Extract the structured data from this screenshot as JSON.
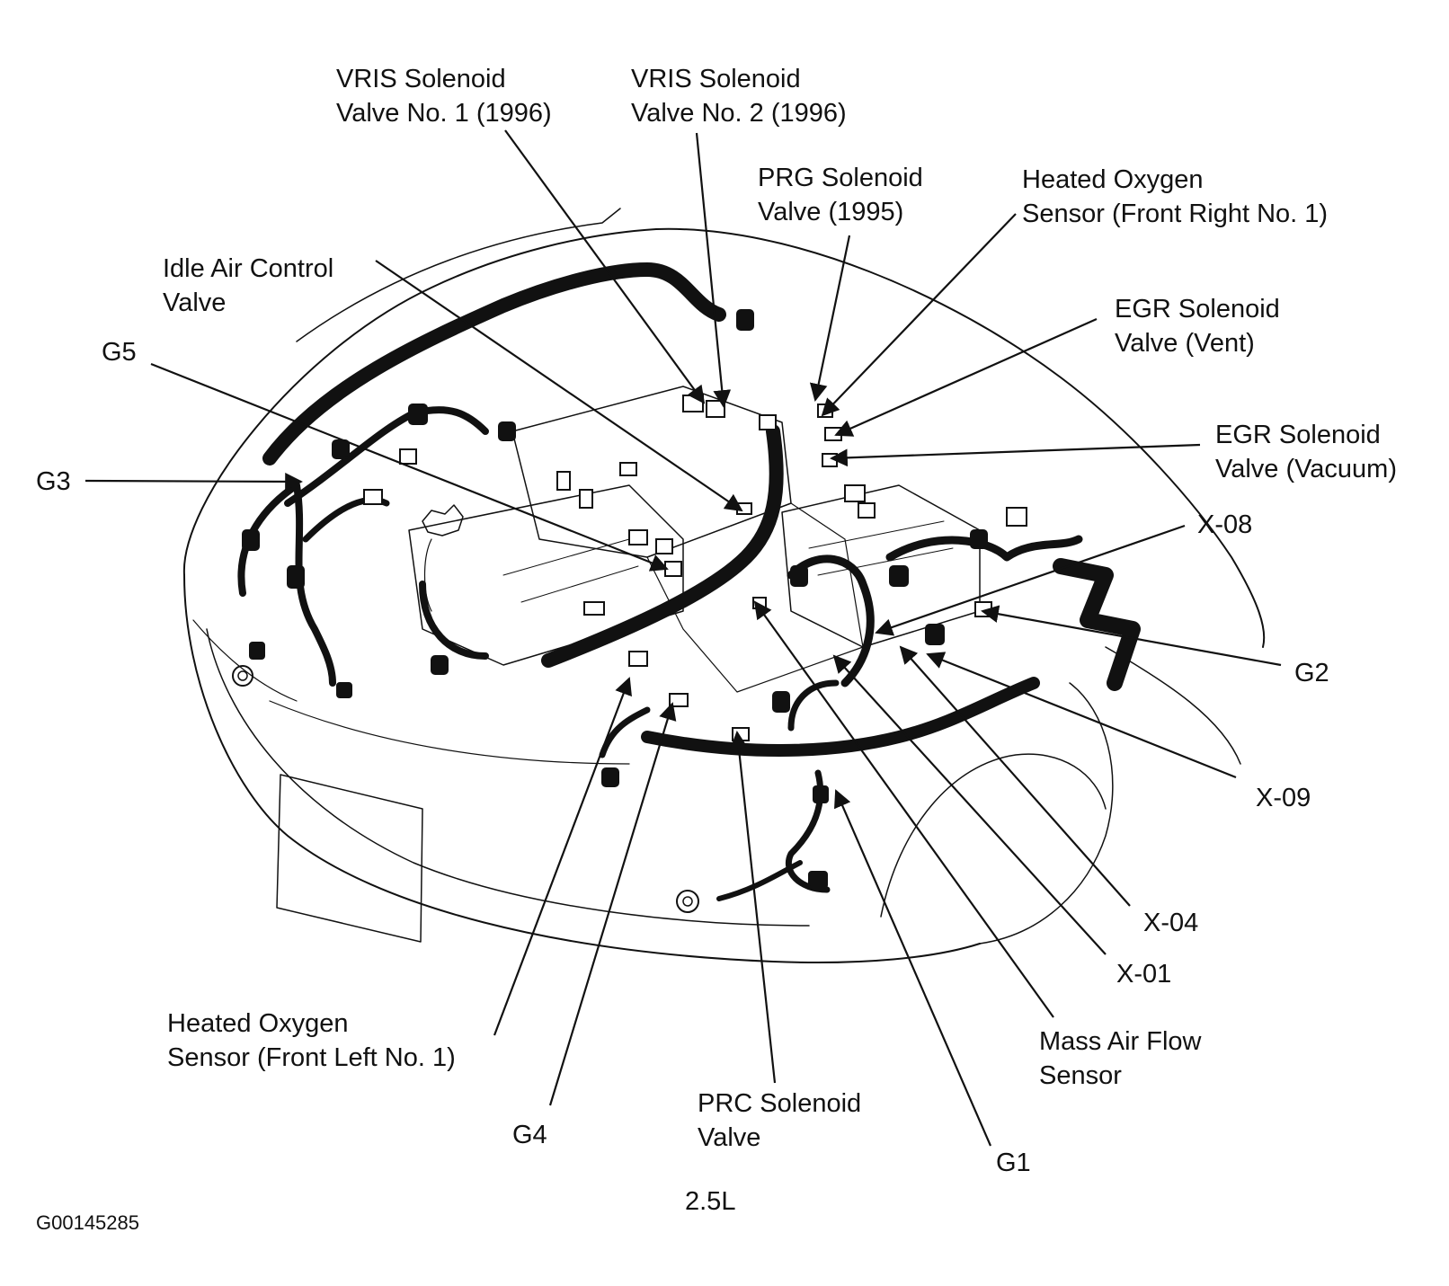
{
  "figure": {
    "id": "G00145285",
    "caption": "2.5L"
  },
  "colors": {
    "line": "#111111",
    "background": "#ffffff"
  },
  "labels": {
    "vris_1": [
      "VRIS Solenoid",
      "Valve No. 1 (1996)"
    ],
    "vris_2": [
      "VRIS Solenoid",
      "Valve No. 2 (1996)"
    ],
    "prg": [
      "PRG Solenoid",
      "Valve (1995)"
    ],
    "ho2s_fr": [
      "Heated Oxygen",
      "Sensor (Front Right No. 1)"
    ],
    "iac": [
      "Idle Air Control",
      "Valve"
    ],
    "egr_vent": [
      "EGR Solenoid",
      "Valve (Vent)"
    ],
    "g5": [
      "G5"
    ],
    "egr_vac": [
      "EGR Solenoid",
      "Valve (Vacuum)"
    ],
    "g3": [
      "G3"
    ],
    "x08": [
      "X-08"
    ],
    "g2": [
      "G2"
    ],
    "x09": [
      "X-09"
    ],
    "x04": [
      "X-04"
    ],
    "x01": [
      "X-01"
    ],
    "maf": [
      "Mass Air Flow",
      "Sensor"
    ],
    "ho2s_fl": [
      "Heated Oxygen",
      "Sensor (Front Left No. 1)"
    ],
    "g4": [
      "G4"
    ],
    "prc": [
      "PRC Solenoid",
      "Valve"
    ],
    "g1": [
      "G1"
    ]
  }
}
